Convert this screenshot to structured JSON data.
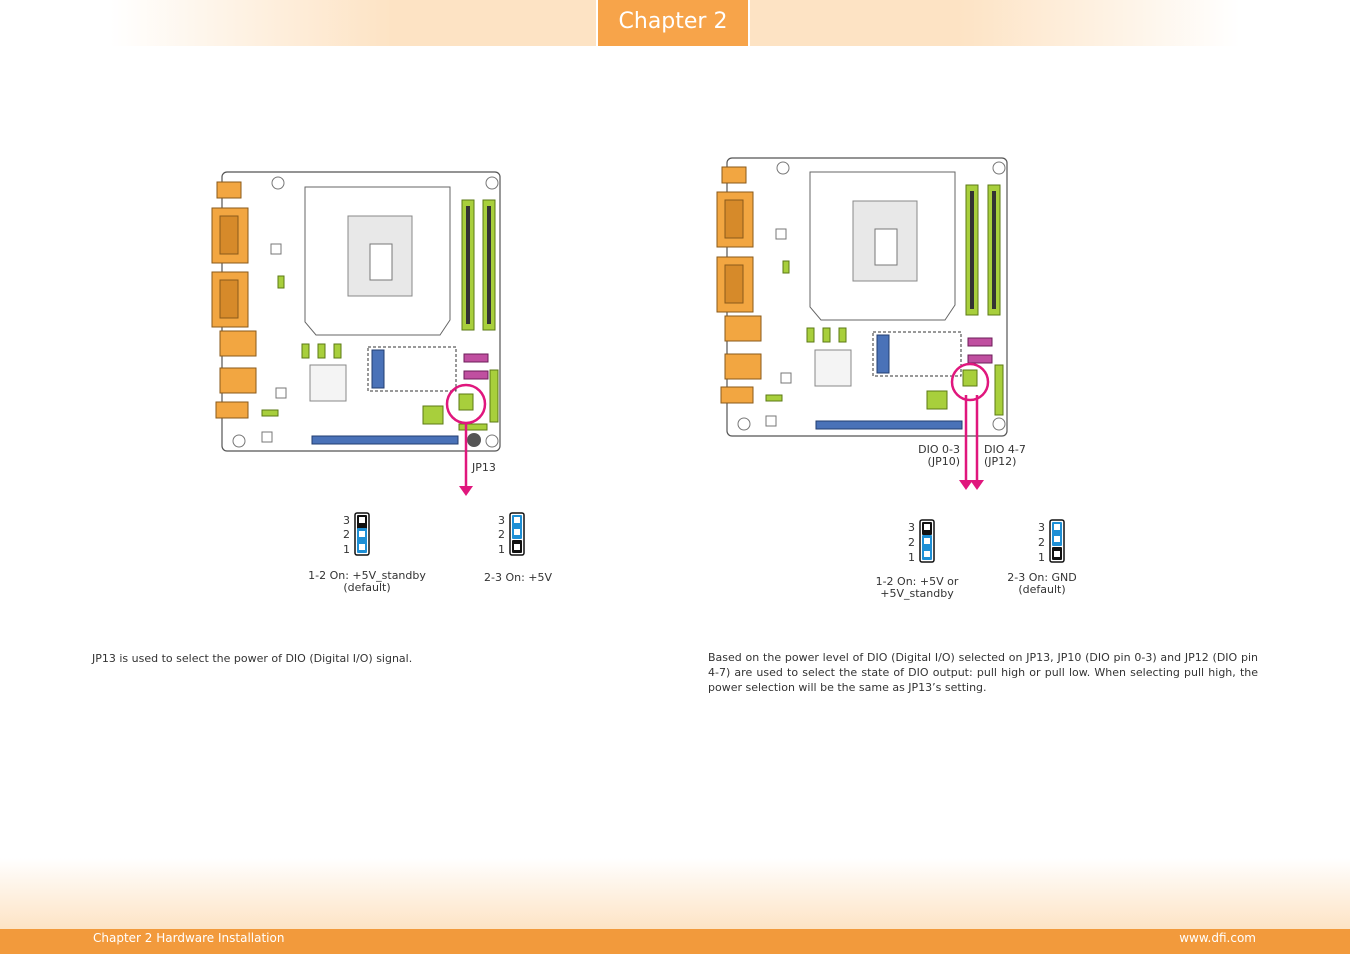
{
  "header": {
    "chapter_tab": "Chapter 2"
  },
  "left_panel": {
    "jumper_label": "JP13",
    "setting_a": {
      "pins": [
        "3",
        "2",
        "1"
      ],
      "caption_line1": "1-2 On: +5V_standby",
      "caption_line2": "(default)"
    },
    "setting_b": {
      "pins": [
        "3",
        "2",
        "1"
      ],
      "caption": "2-3 On: +5V"
    },
    "description": "JP13 is used to select the power of DIO (Digital I/O) signal."
  },
  "right_panel": {
    "label_dio03_line1": "DIO 0-3",
    "label_dio03_line2": "(JP10)",
    "label_dio47_line1": "DIO 4-7",
    "label_dio47_line2": "(JP12)",
    "setting_a": {
      "pins": [
        "3",
        "2",
        "1"
      ],
      "caption_line1": "1-2 On: +5V or",
      "caption_line2": "+5V_standby"
    },
    "setting_b": {
      "pins": [
        "3",
        "2",
        "1"
      ],
      "caption_line1": "2-3 On: GND",
      "caption_line2": "(default)"
    },
    "description": "Based on the power level of DIO (Digital I/O) selected on JP13, JP10 (DIO pin 0-3) and JP12 (DIO pin 4-7) are used to select the state of DIO output: pull high or pull low. When selecting pull high, the power selection will be the same as JP13’s setting."
  },
  "footer": {
    "left_text": "Chapter 2 Hardware Installation",
    "right_text": "www.dfi.com"
  },
  "colors": {
    "accent_orange": "#f7a44a",
    "highlight_magenta": "#e0177d",
    "dimm_green": "#a8cf3c",
    "jumper_blue": "#1e8fd5",
    "sata_purple": "#c04fa0"
  }
}
